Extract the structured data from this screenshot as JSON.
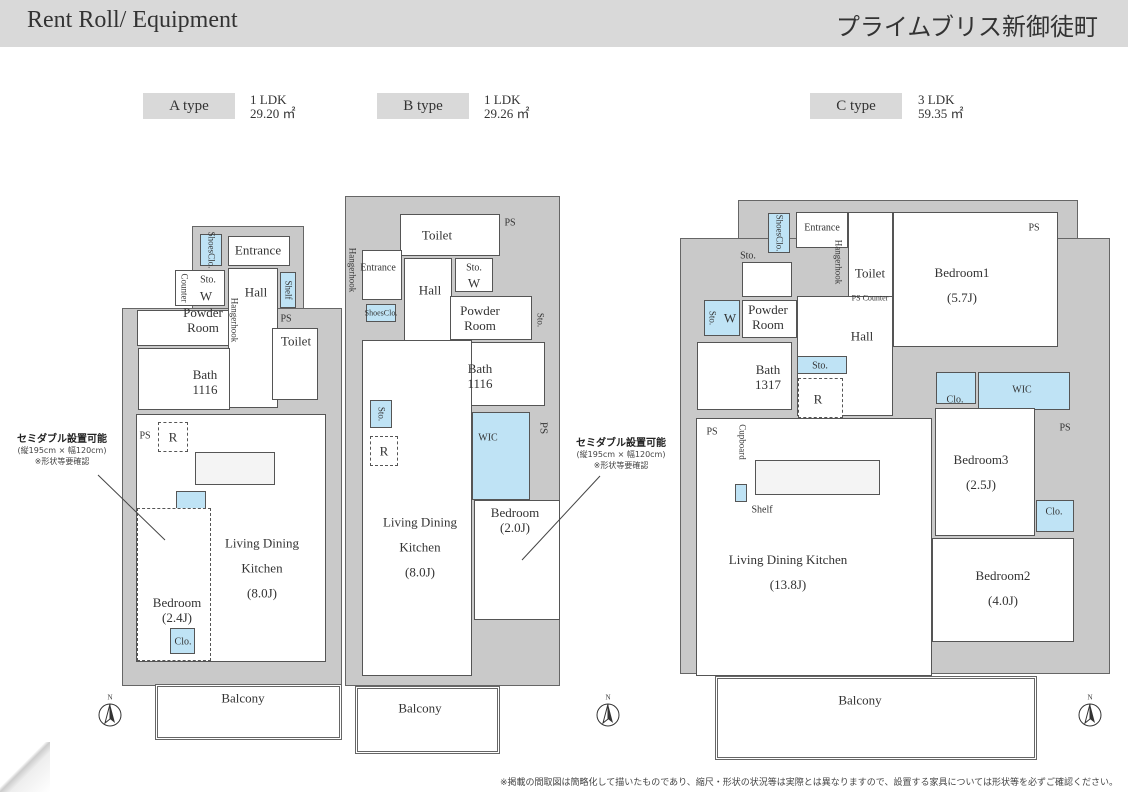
{
  "header": {
    "title": "Rent Roll/ Equipment",
    "building": "プライムブリス新御徒町"
  },
  "plans": {
    "a": {
      "type": "A type",
      "layout": "1 LDK",
      "area": "29.20 ㎡",
      "labels": {
        "entrance": "Entrance",
        "shoes": "ShoesClo.",
        "sto": "Sto.",
        "counter": "Counter",
        "w": "W",
        "hall": "Hall",
        "hanger": "Hangerhook",
        "shelf": "Shelf",
        "ps": "PS",
        "powder1": "Powder",
        "powder2": "Room",
        "toilet": "Toilet",
        "bath1": "Bath",
        "bath2": "1116",
        "r": "R",
        "ldk1": "Living Dining",
        "ldk2": "Kitchen",
        "ldk3": "(8.0J)",
        "bed1": "Bedroom",
        "bed2": "(2.4J)",
        "clo": "Clo.",
        "balcony": "Balcony"
      }
    },
    "b": {
      "type": "B type",
      "layout": "1 LDK",
      "area": "29.26 ㎡",
      "labels": {
        "toilet": "Toilet",
        "ps": "PS",
        "entrance": "Entrance",
        "hanger": "Hangerhook",
        "hall": "Hall",
        "sto": "Sto.",
        "w": "W",
        "powder1": "Powder",
        "powder2": "Room",
        "shoes": "ShoesClo.",
        "bath1": "Bath",
        "bath2": "1116",
        "r": "R",
        "wic": "WIC",
        "ldk1": "Living Dining",
        "ldk2": "Kitchen",
        "ldk3": "(8.0J)",
        "bed1": "Bedroom",
        "bed2": "(2.0J)",
        "balcony": "Balcony"
      }
    },
    "c": {
      "type": "C type",
      "layout": "3 LDK",
      "area": "59.35 ㎡",
      "labels": {
        "entrance": "Entrance",
        "shoes": "ShoesClo.",
        "sto": "Sto.",
        "toilet": "Toilet",
        "hanger": "Hangerhook",
        "ps": "PS",
        "counter": "Counter",
        "bedroom1": "Bedroom1",
        "bedroom1_size": "(5.7J)",
        "w": "W",
        "powder1": "Powder",
        "powder2": "Room",
        "hall": "Hall",
        "bath1": "Bath",
        "bath2": "1317",
        "r": "R",
        "clo": "Clo.",
        "wic": "WIC",
        "cupboard": "Cupboard",
        "shelf": "Shelf",
        "bedroom3": "Bedroom3",
        "bedroom3_size": "(2.5J)",
        "ldk1": "Living Dining Kitchen",
        "ldk2": "(13.8J)",
        "bedroom2": "Bedroom2",
        "bedroom2_size": "(4.0J)",
        "balcony": "Balcony"
      }
    }
  },
  "note": {
    "title": "セミダブル設置可能",
    "size": "(縦195cm × 幅120cm)",
    "check": "※形状等要確認"
  },
  "north_label": "N",
  "footnote": "※掲載の間取図は簡略化して描いたものであり、縮尺・形状の状況等は実際とは異なりますので、設置する家具については形状等を必ずご確認ください。"
}
